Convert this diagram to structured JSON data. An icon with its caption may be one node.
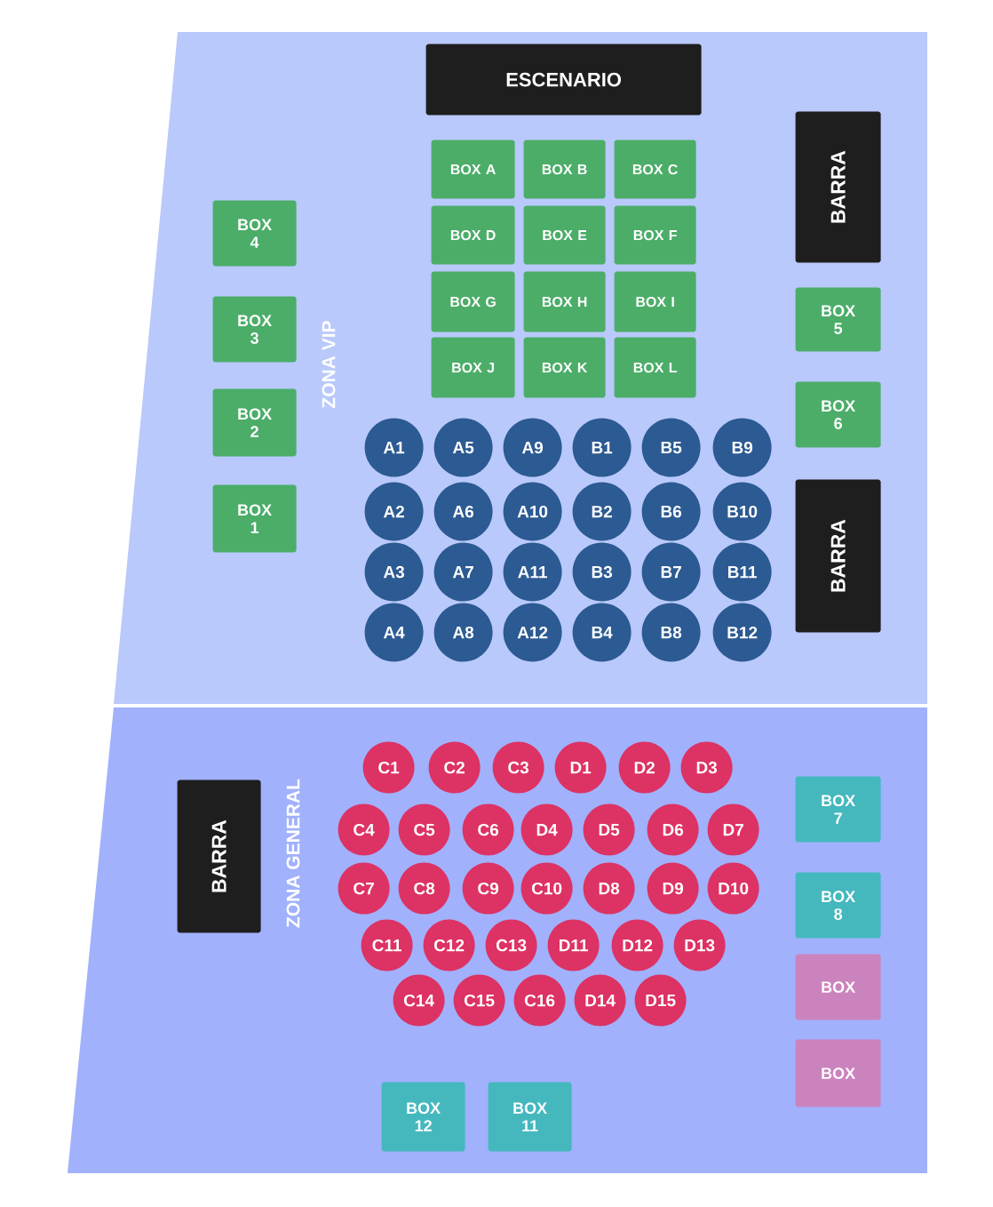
{
  "diagram": {
    "nodes": [
      {
        "text": [
          "ZONA VIP"
        ]
      },
      {
        "text": [
          "ESCENARIO"
        ],
        "in": 0
      },
      {
        "text": [
          "BARRA"
        ],
        "in": 0
      },
      {
        "text": [
          "BOX A"
        ],
        "in": 0
      },
      {
        "text": [
          "BOX B"
        ],
        "in": 0
      },
      {
        "text": [
          "BOX C"
        ],
        "in": 0
      },
      {
        "text": [
          "BOX D"
        ],
        "in": 0
      },
      {
        "text": [
          "BOX E"
        ],
        "in": 0
      },
      {
        "text": [
          "BOX F"
        ],
        "in": 0
      },
      {
        "text": [
          "BOX G"
        ],
        "in": 0
      },
      {
        "text": [
          "BOX H"
        ],
        "in": 0
      },
      {
        "text": [
          "BOX I"
        ],
        "in": 0
      },
      {
        "text": [
          "BOX J"
        ],
        "in": 0
      },
      {
        "text": [
          "BOX K"
        ],
        "in": 0
      },
      {
        "text": [
          "BOX L"
        ],
        "in": 0
      },
      {
        "text": [
          "BOX 4"
        ],
        "in": 0
      },
      {
        "text": [
          "BOX 3"
        ],
        "in": 0
      },
      {
        "text": [
          "BOX 2"
        ],
        "in": 0
      },
      {
        "text": [
          "BOX 1"
        ],
        "in": 0
      },
      {
        "text": [
          "BOX 5"
        ],
        "in": 0
      },
      {
        "text": [
          "BOX 6"
        ],
        "in": 0
      },
      {
        "text": [
          "BARRA"
        ],
        "in": 0
      },
      {
        "text": [
          "A1"
        ],
        "in": 0
      },
      {
        "text": [
          "A5"
        ],
        "in": 0
      },
      {
        "text": [
          "A9"
        ],
        "in": 0
      },
      {
        "text": [
          "B1"
        ],
        "in": 0
      },
      {
        "text": [
          "B5"
        ],
        "in": 0
      },
      {
        "text": [
          "B9"
        ],
        "in": 0
      },
      {
        "text": [
          "A2"
        ],
        "in": 0
      },
      {
        "text": [
          "A6"
        ],
        "in": 0
      },
      {
        "text": [
          "A10"
        ],
        "in": 0
      },
      {
        "text": [
          "B2"
        ],
        "in": 0
      },
      {
        "text": [
          "B6"
        ],
        "in": 0
      },
      {
        "text": [
          "B10"
        ],
        "in": 0
      },
      {
        "text": [
          "A3"
        ],
        "in": 0
      },
      {
        "text": [
          "A7"
        ],
        "in": 0
      },
      {
        "text": [
          "A11"
        ],
        "in": 0
      },
      {
        "text": [
          "B3"
        ],
        "in": 0
      },
      {
        "text": [
          "B7"
        ],
        "in": 0
      },
      {
        "text": [
          "B11"
        ],
        "in": 0
      },
      {
        "text": [
          "A4"
        ],
        "in": 0
      },
      {
        "text": [
          "A8"
        ],
        "in": 0
      },
      {
        "text": [
          "A12"
        ],
        "in": 0
      },
      {
        "text": [
          "B4"
        ],
        "in": 0
      },
      {
        "text": [
          "B8"
        ],
        "in": 0
      },
      {
        "text": [
          "B12"
        ],
        "in": 0
      },
      {
        "text": [
          "ZONA GENERAL"
        ]
      },
      {
        "text": [
          "BARRA"
        ],
        "in": 46
      },
      {
        "text": [
          "C1"
        ],
        "in": 46
      },
      {
        "text": [
          "C2"
        ],
        "in": 46
      },
      {
        "text": [
          "C3"
        ],
        "in": 46
      },
      {
        "text": [
          "D1"
        ],
        "in": 46
      },
      {
        "text": [
          "D2"
        ],
        "in": 46
      },
      {
        "text": [
          "D3"
        ],
        "in": 46
      },
      {
        "text": [
          "C4"
        ],
        "in": 46
      },
      {
        "text": [
          "C5"
        ],
        "in": 46
      },
      {
        "text": [
          "C6"
        ],
        "in": 46
      },
      {
        "text": [
          "D4"
        ],
        "in": 46
      },
      {
        "text": [
          "D5"
        ],
        "in": 46
      },
      {
        "text": [
          "D6"
        ],
        "in": 46
      },
      {
        "text": [
          "D7"
        ],
        "in": 46
      },
      {
        "text": [
          "C7"
        ],
        "in": 46
      },
      {
        "text": [
          "C8"
        ],
        "in": 46
      },
      {
        "text": [
          "C9"
        ],
        "in": 46
      },
      {
        "text": [
          "C10"
        ],
        "in": 46
      },
      {
        "text": [
          "D8"
        ],
        "in": 46
      },
      {
        "text": [
          "D9"
        ],
        "in": 46
      },
      {
        "text": [
          "D10"
        ],
        "in": 46
      },
      {
        "text": [
          "C11"
        ],
        "in": 46
      },
      {
        "text": [
          "C12"
        ],
        "in": 46
      },
      {
        "text": [
          "C13"
        ],
        "in": 46
      },
      {
        "text": [
          "D11"
        ],
        "in": 46
      },
      {
        "text": [
          "D12"
        ],
        "in": 46
      },
      {
        "text": [
          "D13"
        ],
        "in": 46
      },
      {
        "text": [
          "C14"
        ],
        "in": 46
      },
      {
        "text": [
          "C15"
        ],
        "in": 46
      },
      {
        "text": [
          "C16"
        ],
        "in": 46
      },
      {
        "text": [
          "D14"
        ],
        "in": 46
      },
      {
        "text": [
          "D15"
        ],
        "in": 46
      },
      {
        "text": [
          "BOX 7"
        ],
        "in": 46
      },
      {
        "text": [
          "BOX 8"
        ],
        "in": 46
      },
      {
        "text": [
          "BOX"
        ],
        "in": 46
      },
      {
        "text": [
          "BOX"
        ],
        "in": 46
      },
      {
        "text": [
          "BOX 12"
        ],
        "in": 46
      },
      {
        "text": [
          "BOX 11"
        ],
        "in": 46
      }
    ]
  }
}
